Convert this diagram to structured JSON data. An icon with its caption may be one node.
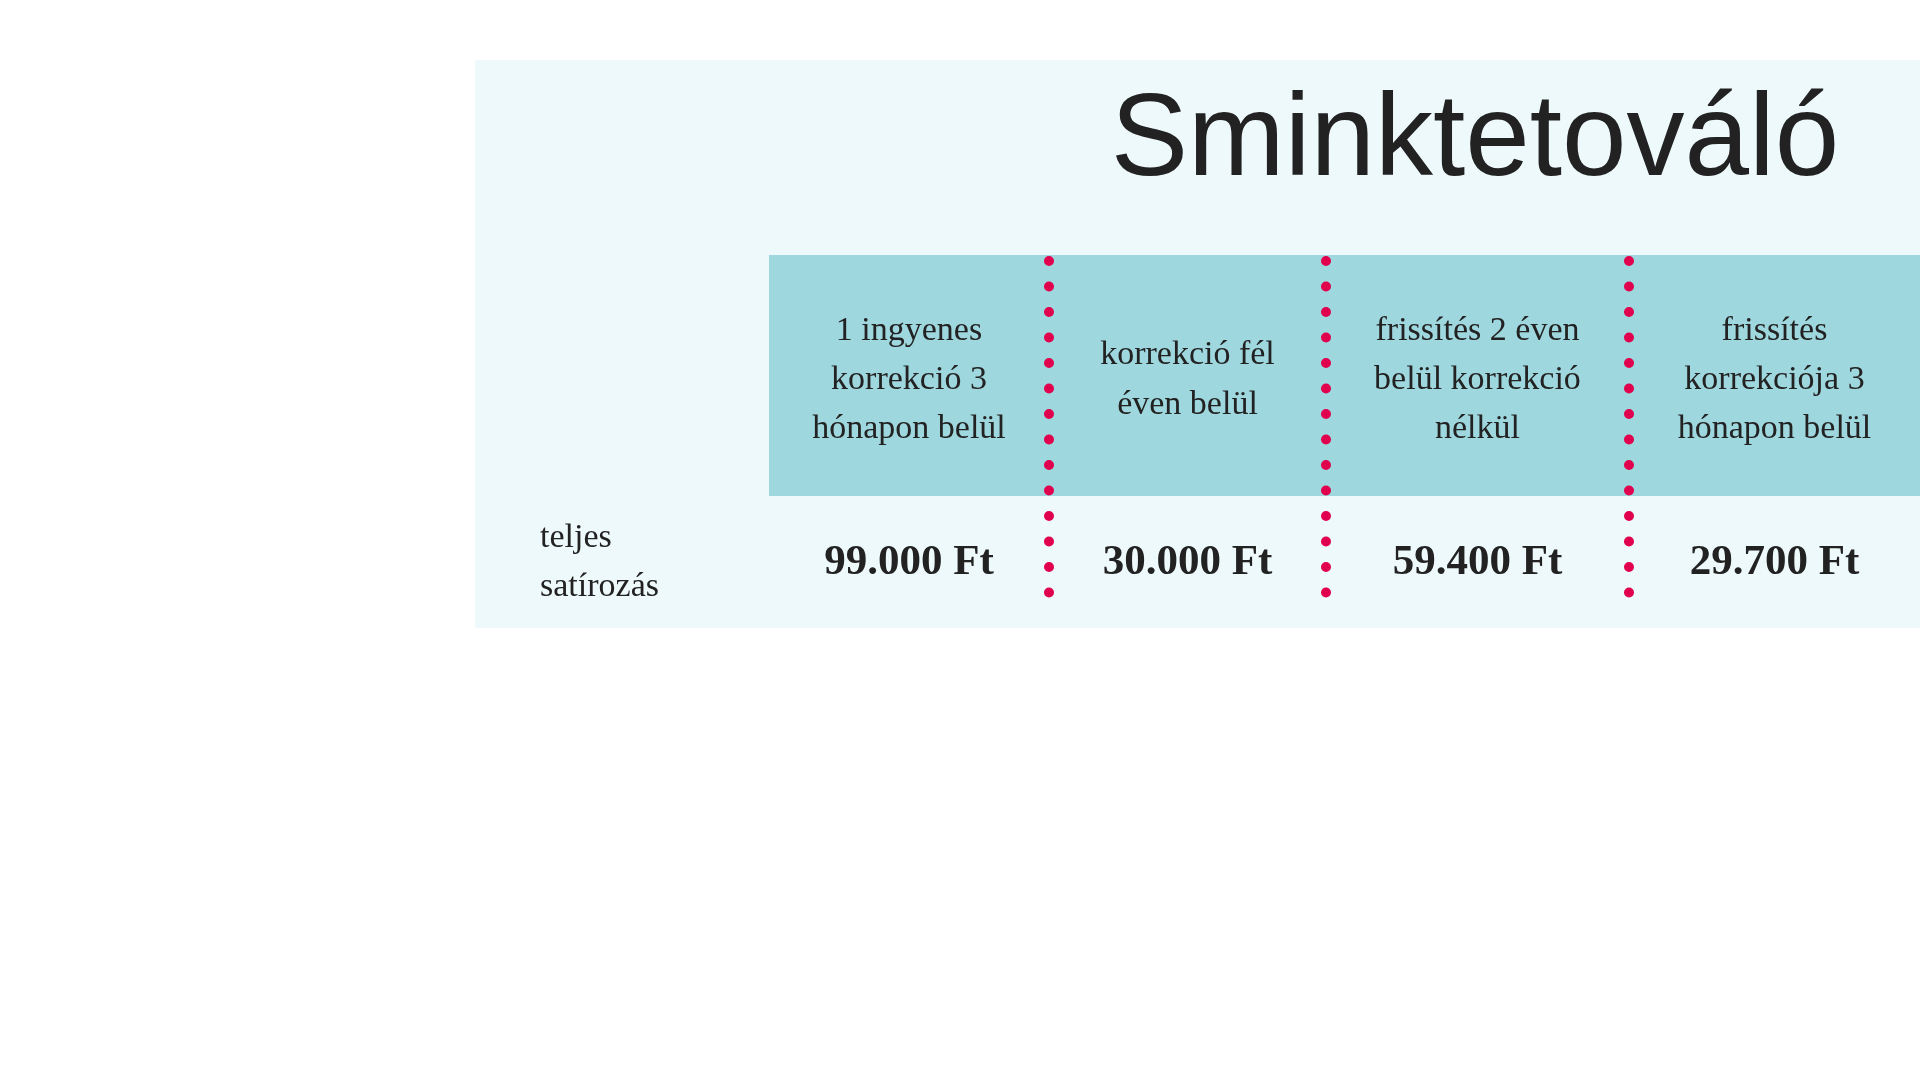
{
  "diagram": {
    "title": "Sminktetováló",
    "labels": [
      "1 ingyenes korrekció 3 hónapon belül",
      "korrekció fél éven belül",
      "frissítés 2 éven belül korrekció nélkül",
      "frissítés korrekciója 3 hónapon belül",
      "teljes satírozás",
      "99.000 Ft",
      "30.000 Ft",
      "59.400 Ft",
      "29.700 Ft"
    ]
  }
}
